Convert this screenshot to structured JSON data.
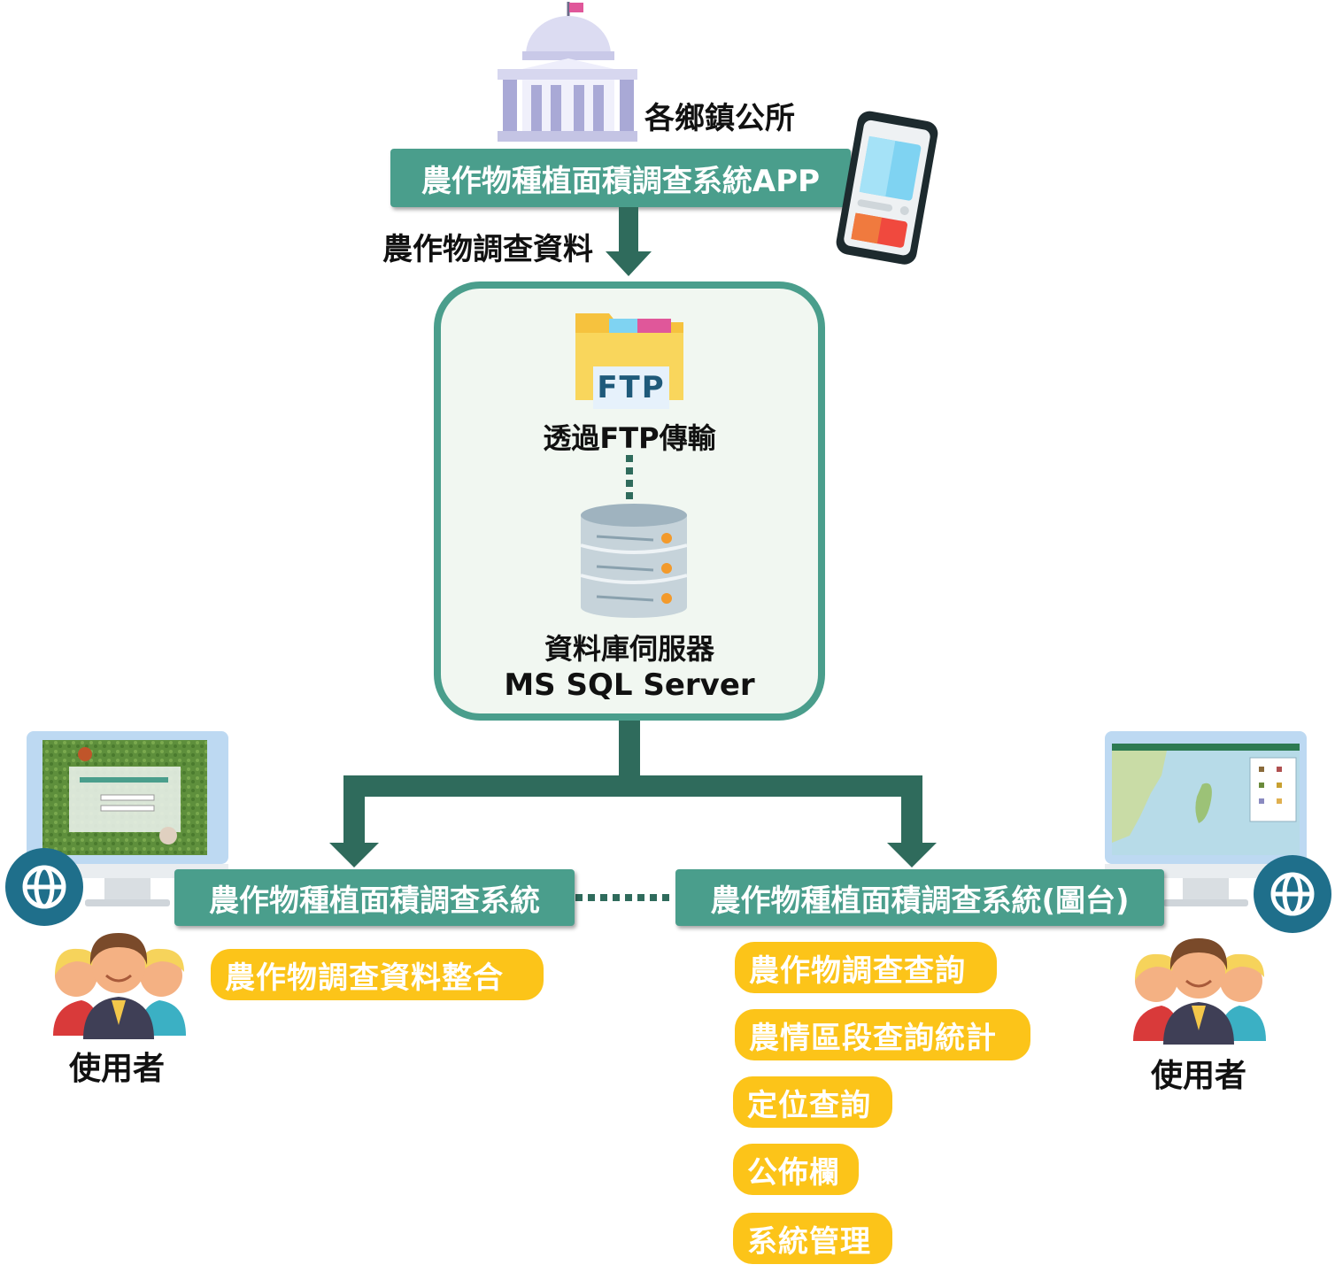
{
  "top": {
    "office_label": "各鄉鎮公所",
    "app_box": "農作物種植面積調查系統APP",
    "flow_label": "農作物調查資料"
  },
  "server": {
    "ftp_badge": "FTP",
    "ftp_label": "透過FTP傳輸",
    "db_label": "資料庫伺服器",
    "db_name": "MS SQL Server"
  },
  "systems": {
    "left_box": "農作物種植面積調查系統",
    "right_box": "農作物種植面積調查系統(圖台)"
  },
  "left_features": [
    "農作物調查資料整合"
  ],
  "right_features": [
    "農作物調查查詢",
    "農情區段查詢統計",
    "定位查詢",
    "公佈欄",
    "系統管理"
  ],
  "users": {
    "left_label": "使用者",
    "right_label": "使用者"
  },
  "colors": {
    "teal": "#4a9e8c",
    "dark_teal": "#2f6b5c",
    "yellow": "#fcc419",
    "globe": "#1f6f8b"
  }
}
